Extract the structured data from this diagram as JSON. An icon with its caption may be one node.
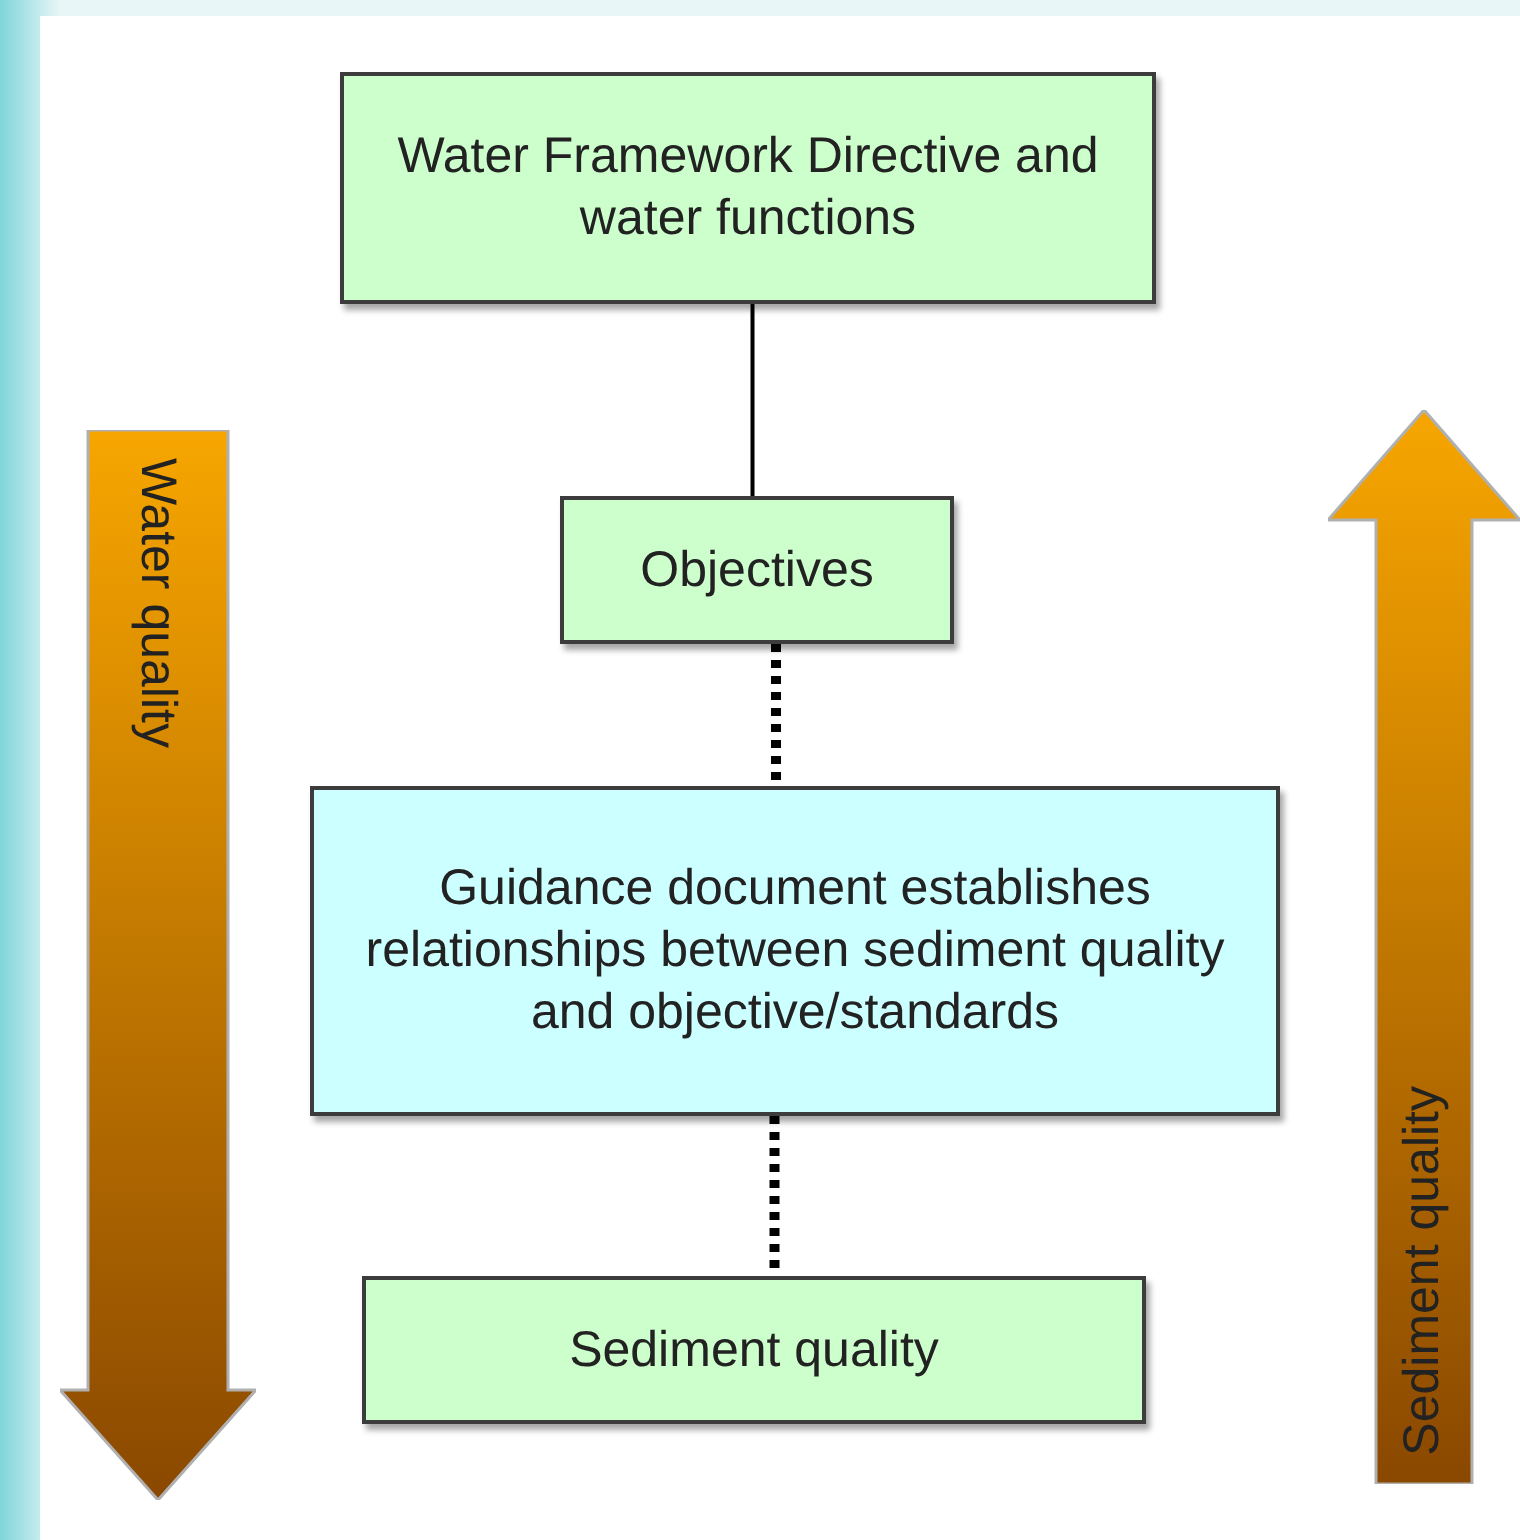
{
  "diagram": {
    "nodes": [
      {
        "text": [
          "Water Framework Directive and water functions"
        ]
      },
      {
        "text": [
          "Objectives"
        ]
      },
      {
        "text": [
          "Guidance document establishes relationships between sediment quality and objective/standards"
        ]
      },
      {
        "text": [
          "Sediment quality"
        ]
      },
      {
        "text": [
          "Water quality"
        ]
      },
      {
        "text": [
          "Sediment quality"
        ]
      }
    ],
    "edges": [
      {
        "from": 0,
        "to": 1,
        "arrow": "none"
      },
      {
        "from": 1,
        "to": 2,
        "arrow": "none",
        "style": "dashed"
      },
      {
        "from": 2,
        "to": 3,
        "arrow": "none",
        "style": "dashed"
      }
    ]
  }
}
